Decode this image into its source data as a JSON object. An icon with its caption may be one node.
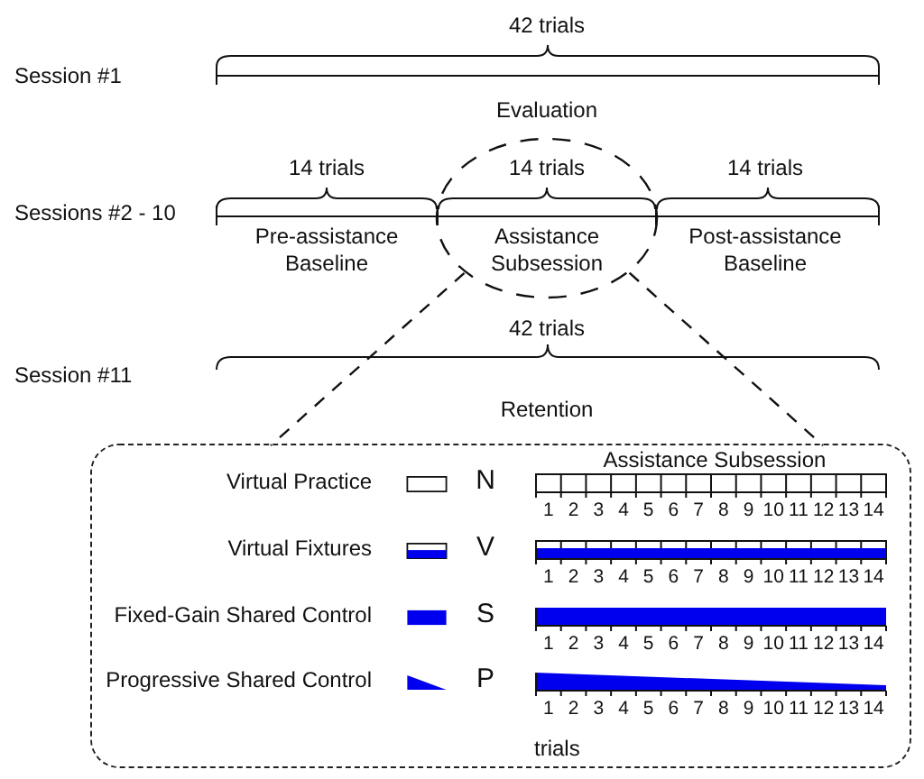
{
  "diagram": {
    "nodes": [
      {
        "text": [
          "14 trials",
          "Assistance Subsession"
        ]
      },
      {
        "text": [
          "Assistance Subsession",
          "trials"
        ]
      }
    ],
    "edges": [
      {
        "from": 0,
        "to": 1,
        "arrow": "none",
        "style": "dashed"
      },
      {
        "from": 0,
        "to": 1,
        "arrow": "none",
        "style": "dashed"
      }
    ],
    "labels": [
      "42 trials",
      "Session #1",
      "Evaluation",
      "14 trials",
      "Sessions #2 - 10",
      "Pre-assistance Baseline",
      "14 trials",
      "Post-assistance Baseline",
      "42 trials",
      "Session #11",
      "Retention",
      "N",
      "V",
      "S",
      "P",
      "1",
      "2",
      "3",
      "4",
      "5",
      "6",
      "7",
      "8",
      "9",
      "10",
      "11",
      "12",
      "13",
      "14",
      "1",
      "2",
      "3",
      "4",
      "5",
      "6",
      "7",
      "8",
      "9",
      "10",
      "11",
      "12",
      "13",
      "14",
      "1",
      "2",
      "3",
      "4",
      "5",
      "6",
      "7",
      "8",
      "9",
      "10",
      "11",
      "12",
      "13",
      "14",
      "1",
      "2",
      "3",
      "4",
      "5",
      "6",
      "7",
      "8",
      "9",
      "10",
      "11",
      "12",
      "13",
      "14"
    ],
    "legend": [
      {
        "text": "Virtual Practice"
      },
      {
        "text": "Virtual Fixtures"
      },
      {
        "text": "Fixed-Gain Shared Control"
      },
      {
        "text": "Progressive Shared Control"
      }
    ]
  }
}
